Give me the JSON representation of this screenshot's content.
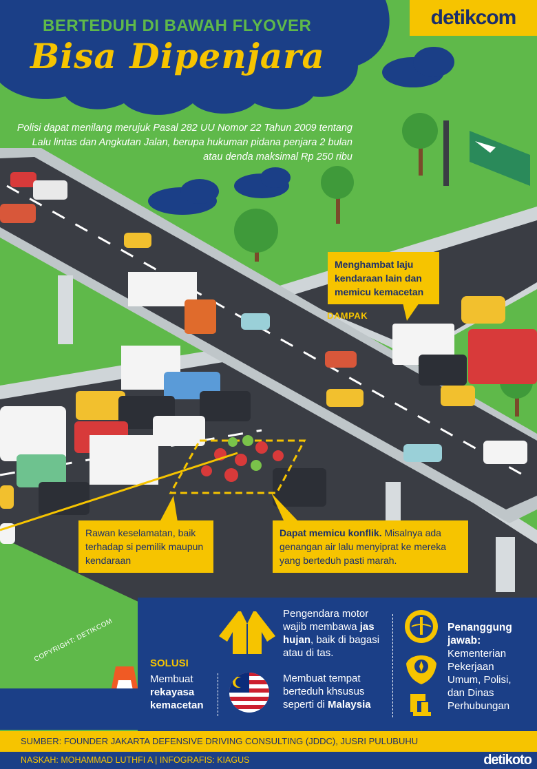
{
  "brand": {
    "logo": "detikcom",
    "footer_logo": "detikoto"
  },
  "header": {
    "title_top": "BERTEDUH DI BAWAH FLYOVER",
    "title_main": "Bisa Dipenjara"
  },
  "intro": "Polisi dapat menilang merujuk Pasal 282 UU Nomor 22 Tahun 2009 tentang Lalu lintas dan Angkutan Jalan, berupa hukuman pidana penjara 2 bulan atau denda maksimal Rp 250 ribu",
  "dampak": {
    "label": "DAMPAK",
    "note1": "Menghambat laju kendaraan lain dan memicu kemacetan",
    "note2": "Rawan keselamatan, baik terhadap si pemilik maupun kendaraan",
    "note3_bold": "Dapat memicu konflik.",
    "note3_rest": " Misalnya ada genangan air lalu menyiprat ke mereka yang berteduh pasti marah."
  },
  "copyright": "COPYRIGHT: DETIKCOM",
  "solusi": {
    "title": "SOLUSI",
    "item1_pre": "Membuat ",
    "item1_bold": "rekayasa kemacetan",
    "item2_pre": "Pengendara motor wajib membawa ",
    "item2_bold": "jas hujan",
    "item2_post": ", baik di bagasi atau di tas.",
    "item3_pre": "Membuat tempat berteduh khsusus seperti di ",
    "item3_bold": "Malaysia"
  },
  "penanggung": {
    "title": "Penanggung jawab:",
    "text": "Kementerian Pekerjaan Umum, Polisi, dan Dinas Perhubungan"
  },
  "footer": {
    "sumber": "SUMBER: FOUNDER JAKARTA DEFENSIVE DRIVING CONSULTING (JDDC), JUSRI PULUBUHU",
    "credit": "NASKAH: MOHAMMAD LUTHFI A | INFOGRAFIS: KIAGUS"
  },
  "colors": {
    "green": "#5fb94a",
    "navy": "#1b3f87",
    "yellow": "#f6c400",
    "road": "#3a3d44"
  },
  "icons": [
    "cloud-icon",
    "direction-sign-icon",
    "tree-icon",
    "raincoat-icon",
    "traffic-cone-icon",
    "malaysia-flag-icon",
    "dephub-emblem-icon",
    "police-emblem-icon",
    "pu-logo-icon"
  ]
}
